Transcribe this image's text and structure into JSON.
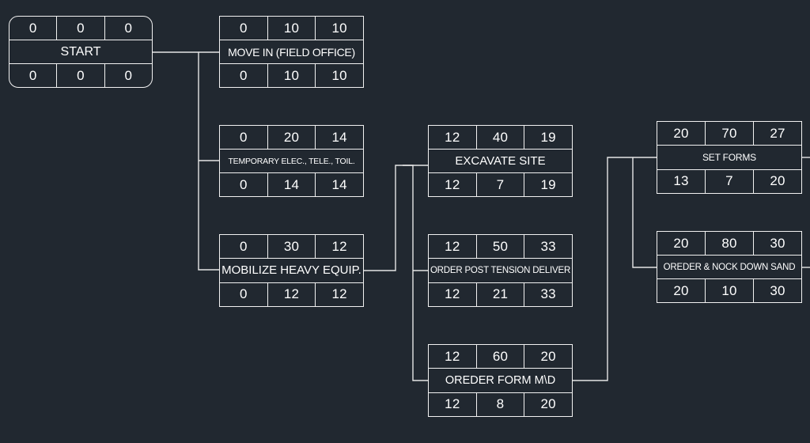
{
  "colors": {
    "background": "#212830",
    "line": "#f2f2f2",
    "text": "#ffffff"
  },
  "nodes": [
    {
      "id": "start",
      "label": "START",
      "top": [
        "0",
        "0",
        "0"
      ],
      "bottom": [
        "0",
        "0",
        "0"
      ]
    },
    {
      "id": "move-in",
      "label": "MOVE IN (FIELD  OFFICE)",
      "top": [
        "0",
        "10",
        "10"
      ],
      "bottom": [
        "0",
        "10",
        "10"
      ]
    },
    {
      "id": "temp-elec",
      "label": "TEMPORARY ELEC., TELE., TOIL.",
      "top": [
        "0",
        "20",
        "14"
      ],
      "bottom": [
        "0",
        "14",
        "14"
      ]
    },
    {
      "id": "mobilize",
      "label": "MOBILIZE HEAVY EQUIP.",
      "top": [
        "0",
        "30",
        "12"
      ],
      "bottom": [
        "0",
        "12",
        "12"
      ]
    },
    {
      "id": "excavate",
      "label": "EXCAVATE SITE",
      "top": [
        "12",
        "40",
        "19"
      ],
      "bottom": [
        "12",
        "7",
        "19"
      ]
    },
    {
      "id": "post-tension",
      "label": "ORDER POST TENSION DELIVER",
      "top": [
        "12",
        "50",
        "33"
      ],
      "bottom": [
        "12",
        "21",
        "33"
      ]
    },
    {
      "id": "form-md",
      "label": "OREDER FORM M\\D",
      "top": [
        "12",
        "60",
        "20"
      ],
      "bottom": [
        "12",
        "8",
        "20"
      ]
    },
    {
      "id": "set-forms",
      "label": "SET FORMS",
      "top": [
        "20",
        "70",
        "27"
      ],
      "bottom": [
        "13",
        "7",
        "20"
      ]
    },
    {
      "id": "sand",
      "label": "OREDER & NOCK DOWN SAND",
      "top": [
        "20",
        "80",
        "30"
      ],
      "bottom": [
        "20",
        "10",
        "30"
      ]
    }
  ]
}
